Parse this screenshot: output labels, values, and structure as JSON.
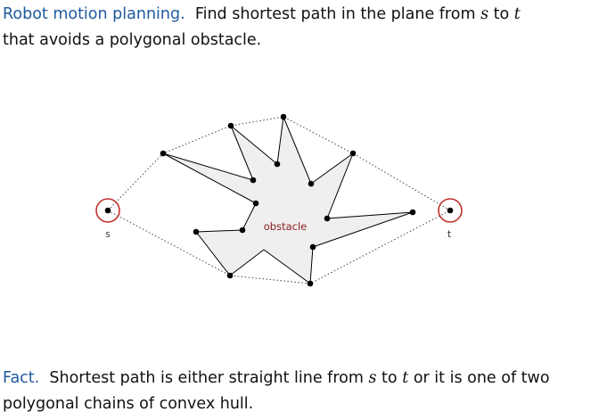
{
  "intro": {
    "heading": "Robot motion planning.",
    "text_1": "Find shortest path in the plane from",
    "var_s": "s",
    "text_2": "to",
    "var_t": "t",
    "text_3": "that avoids a polygonal obstacle."
  },
  "diagram": {
    "obstacle_label": "obstacle",
    "start_label": "s",
    "end_label": "t",
    "obstacle_fill": "#efefef",
    "start_end_ring_color": "#c0312b",
    "obstacle_label_color": "#8a1a1a"
  },
  "fact": {
    "heading": "Fact.",
    "text_1": "Shortest path is either straight line from",
    "var_s": "s",
    "text_2": "to",
    "var_t": "t",
    "text_3": "or it is one of two",
    "text_4": "polygonal chains of convex hull."
  }
}
